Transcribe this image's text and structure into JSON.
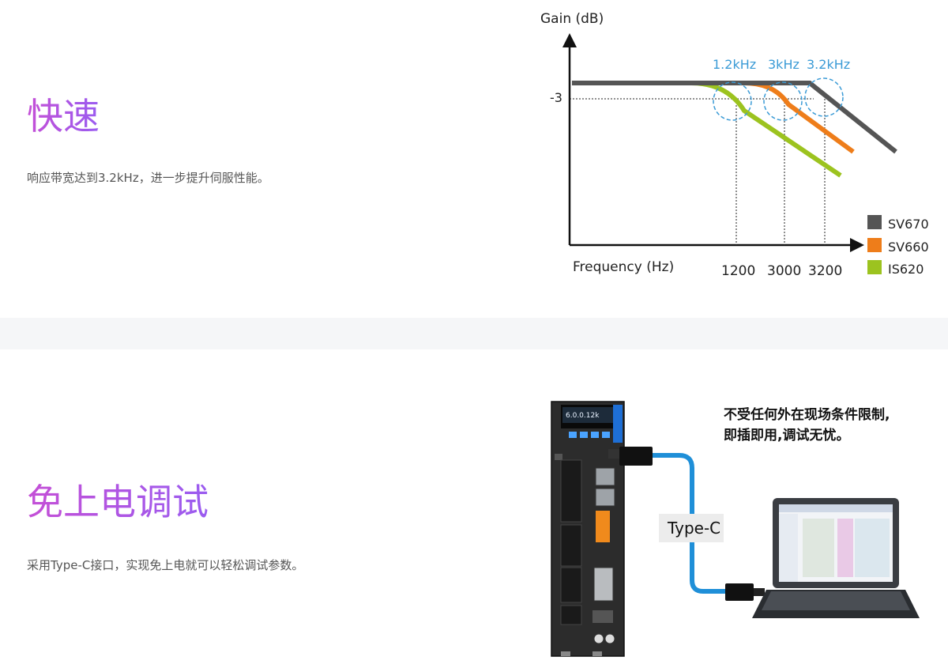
{
  "features": [
    {
      "title": "快速",
      "description": "响应带宽达到3.2kHz，进一步提升伺服性能。"
    },
    {
      "title": "免上电调试",
      "description": "采用Type-C接口，实现免上电就可以轻松调试参数。"
    }
  ],
  "chart_data": {
    "type": "line",
    "ylabel": "Gain (dB)",
    "xlabel": "Frequency (Hz)",
    "y_marker": "-3",
    "x_ticks": [
      "1200",
      "3000",
      "3200"
    ],
    "annotations": [
      "1.2kHz",
      "3kHz",
      "3.2kHz"
    ],
    "series": [
      {
        "name": "SV670",
        "color": "#555555",
        "cutoff_hz": 3200
      },
      {
        "name": "SV660",
        "color": "#ee7d1a",
        "cutoff_hz": 3000
      },
      {
        "name": "IS620",
        "color": "#9cc31f",
        "cutoff_hz": 1200
      }
    ]
  },
  "debug_illustration": {
    "caption_line1": "不受任何外在现场条件限制,",
    "caption_line2": "即插即用,调试无忧。",
    "cable_label": "Type-C",
    "drive_display": "6.0.0.12k"
  }
}
